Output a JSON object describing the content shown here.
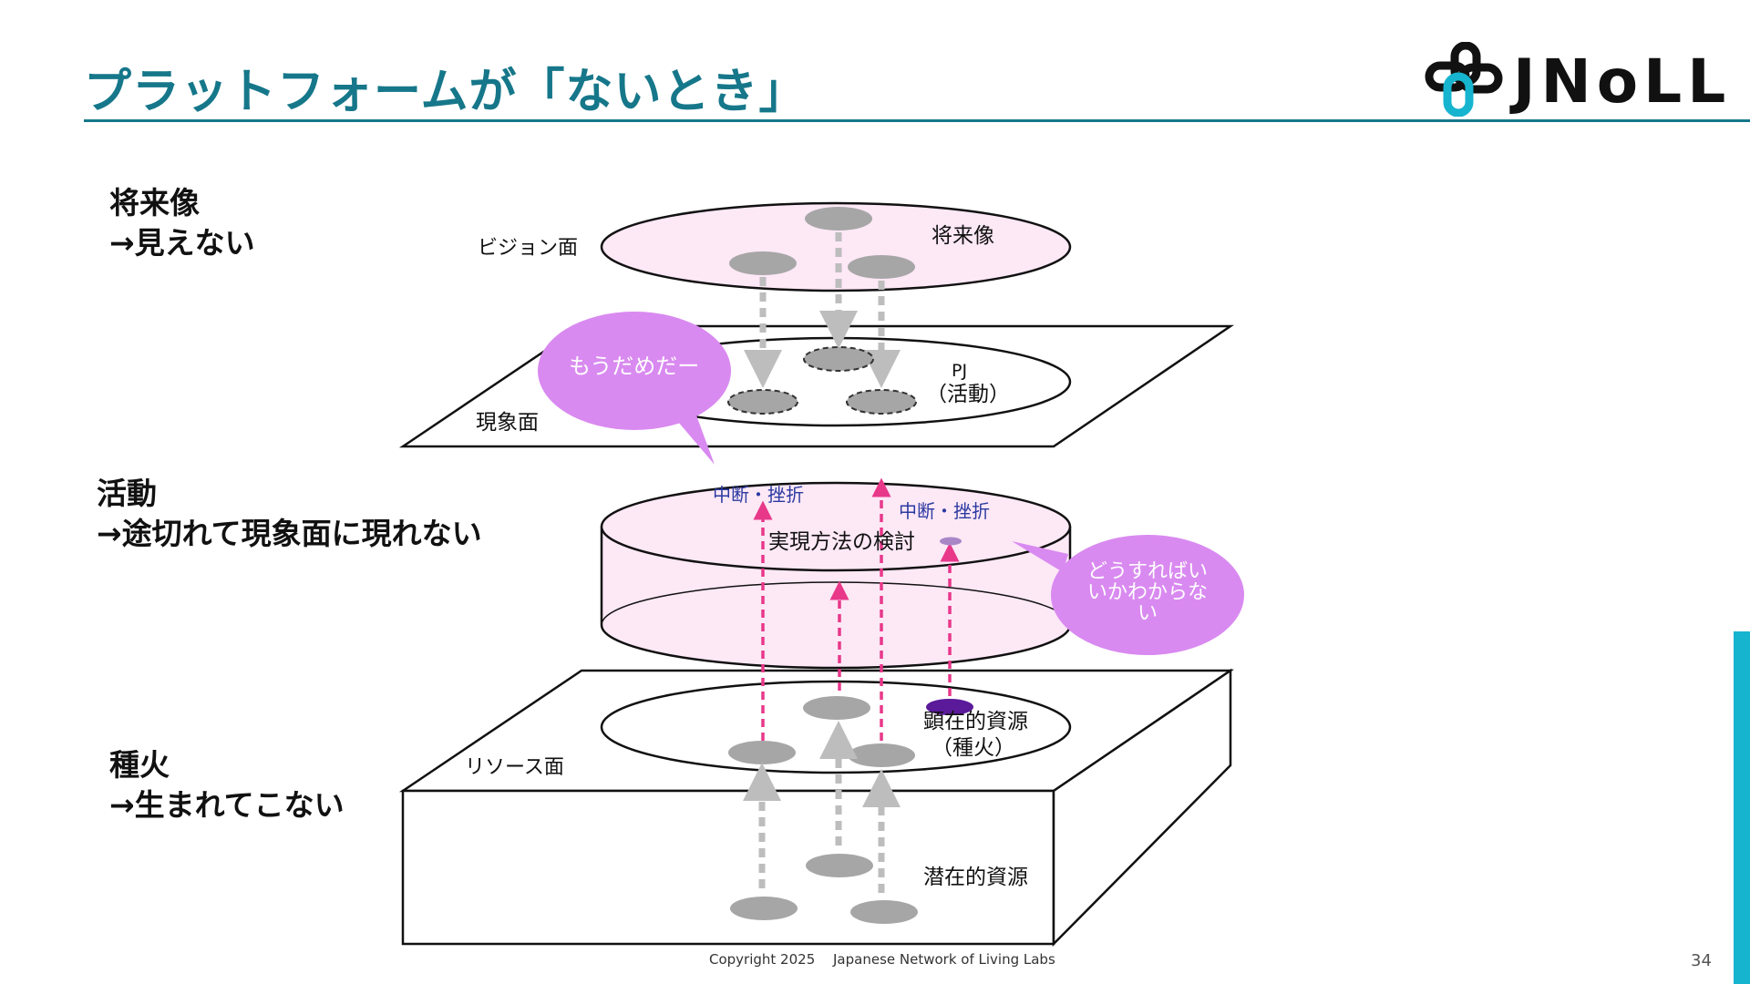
{
  "slide": {
    "title": "プラットフォームが「ないとき」",
    "page_number": "34",
    "footer": "Copyright 2025　 Japanese Network of Living Labs"
  },
  "logo": {
    "text": "JNoLL",
    "icon": "chain-link-logo-icon",
    "colors": [
      "#111111",
      "#16b4cf"
    ]
  },
  "side_labels": {
    "future": {
      "line1": "将来像",
      "line2": "→見えない"
    },
    "activity": {
      "line1": "活動",
      "line2": "→途切れて現象面に現れない"
    },
    "spark": {
      "line1": "種火",
      "line2": "→生まれてこない"
    }
  },
  "diagram": {
    "vision_plane": "ビジョン面",
    "future_image": "将来像",
    "phenomenon_plane": "現象面",
    "pj_line1": "PJ",
    "pj_line2": "（活動）",
    "bubble_give_up": "もうだめだー",
    "interrupt_1": "中断・挫折",
    "interrupt_2": "中断・挫折",
    "method_review": "実現方法の検討",
    "bubble_lost": {
      "line1": "どうすればい",
      "line2": "いかわからな",
      "line3": "い"
    },
    "resource_plane": "リソース面",
    "visible_resource_line1": "顕在的資源",
    "visible_resource_line2": "（種火）",
    "latent_resource": "潜在的資源"
  },
  "colors": {
    "title": "#16778a",
    "pink_fill": "#fde8f6",
    "bubble": "#d98af0",
    "dashed_arrow": "#e8388a",
    "gray_oval": "#a6a6a6",
    "interrupt_text": "#2b3aa0",
    "dark_purple": "#5a1a9a",
    "accent_bar": "#16b4cf"
  }
}
